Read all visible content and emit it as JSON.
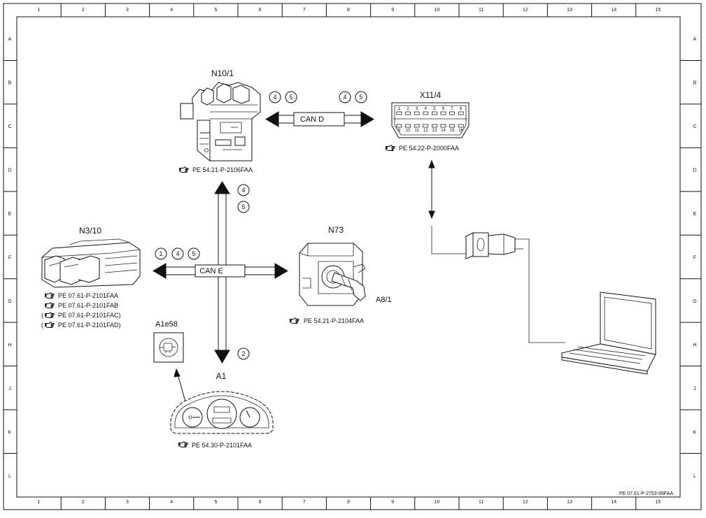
{
  "grid": {
    "columns": [
      "1",
      "2",
      "3",
      "4",
      "5",
      "6",
      "7",
      "8",
      "9",
      "10",
      "11",
      "12",
      "13",
      "14",
      "15"
    ],
    "rows": [
      "A",
      "B",
      "C",
      "D",
      "E",
      "F",
      "G",
      "H",
      "J",
      "K",
      "L"
    ]
  },
  "components": {
    "n10_1": {
      "label": "N10/1",
      "refs": [
        "PE 54.21-P-2106FAA"
      ]
    },
    "x11_4": {
      "label": "X11/4",
      "refs": [
        "PE 54.22-P-2000FAA"
      ],
      "pins_top": [
        "1",
        "2",
        "3",
        "4",
        "5",
        "6",
        "7",
        "8"
      ],
      "pins_bottom": [
        "9",
        "10",
        "11",
        "12",
        "13",
        "14",
        "15",
        "16"
      ]
    },
    "n3_10": {
      "label": "N3/10",
      "refs": [
        "PE 07.61-P-2101FAA",
        "PE 07.61-P-2101FAB",
        "(",
        "PE 07.61-P-2101FAC)",
        "(",
        "PE 07.61-P-2101FAD)"
      ]
    },
    "n73": {
      "label": "N73",
      "sublabel": "A8/1",
      "refs": [
        "PE 54.21-P-2104FAA"
      ]
    },
    "a1": {
      "label": "A1",
      "refs": [
        "PE 54.30-P-2101FAA"
      ]
    },
    "a1e58": {
      "label": "A1e58"
    }
  },
  "buses": {
    "can_d": {
      "label": "CAN D",
      "left_notes": [
        "4",
        "5"
      ],
      "right_notes": [
        "4",
        "5"
      ]
    },
    "can_e": {
      "label": "CAN E",
      "notes": [
        "1",
        "4",
        "5"
      ],
      "vertical_notes": [
        "4",
        "5"
      ],
      "bottom_note": "2"
    }
  },
  "footer": {
    "drawing_number": "PE 07.61-P-2753-99FAA"
  },
  "icons": [
    "pointing-hand-icon",
    "obd-connector",
    "laptop",
    "diagnostic-adapter",
    "ignition-switch",
    "instrument-cluster",
    "control-unit",
    "sam-module",
    "warning-lamp-icon"
  ]
}
